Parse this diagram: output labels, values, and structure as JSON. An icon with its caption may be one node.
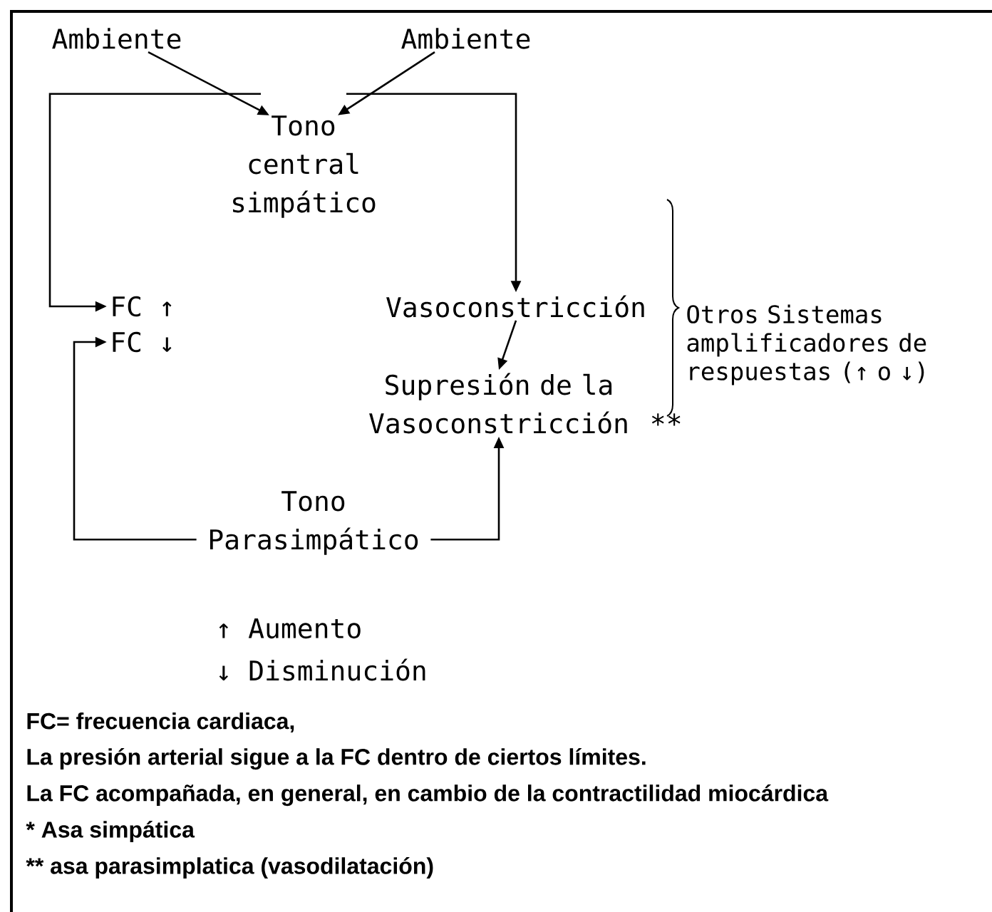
{
  "diagram": {
    "nodes": [
      {
        "text": [
          "Ambiente"
        ]
      },
      {
        "text": [
          "Ambiente"
        ]
      },
      {
        "text": [
          "Tono central simpático"
        ]
      },
      {
        "text": [
          "FC ↑"
        ]
      },
      {
        "text": [
          "FC ↓"
        ]
      },
      {
        "text": [
          "Vasoconstricción"
        ]
      },
      {
        "text": [
          "Supresión de la Vasoconstricción"
        ],
        "beside": [
          "**"
        ]
      },
      {
        "text": [
          "Tono Parasimpático"
        ]
      }
    ],
    "edges": [
      {
        "from": 0,
        "to": 2,
        "arrow": "to"
      },
      {
        "from": 1,
        "to": 2,
        "arrow": "to"
      },
      {
        "from": 2,
        "to": 3,
        "arrow": "to"
      },
      {
        "from": 2,
        "to": 5,
        "arrow": "to"
      },
      {
        "from": 5,
        "to": 6,
        "arrow": "to"
      },
      {
        "from": 7,
        "to": 4,
        "arrow": "to"
      },
      {
        "from": 7,
        "to": 6,
        "arrow": "to"
      }
    ],
    "labels": [
      "Otros Sistemas amplificadores de respuestas (↑ o ↓)",
      "↑ Aumento",
      "↓ Disminución",
      "FC= frecuencia cardiaca,",
      "La presión arterial sigue a la FC dentro de ciertos límites.",
      "La FC acompañada, en general, en cambio de la contractilidad miocárdica",
      "* Asa simpática",
      "** asa parasimplatica (vasodilatación)"
    ]
  }
}
